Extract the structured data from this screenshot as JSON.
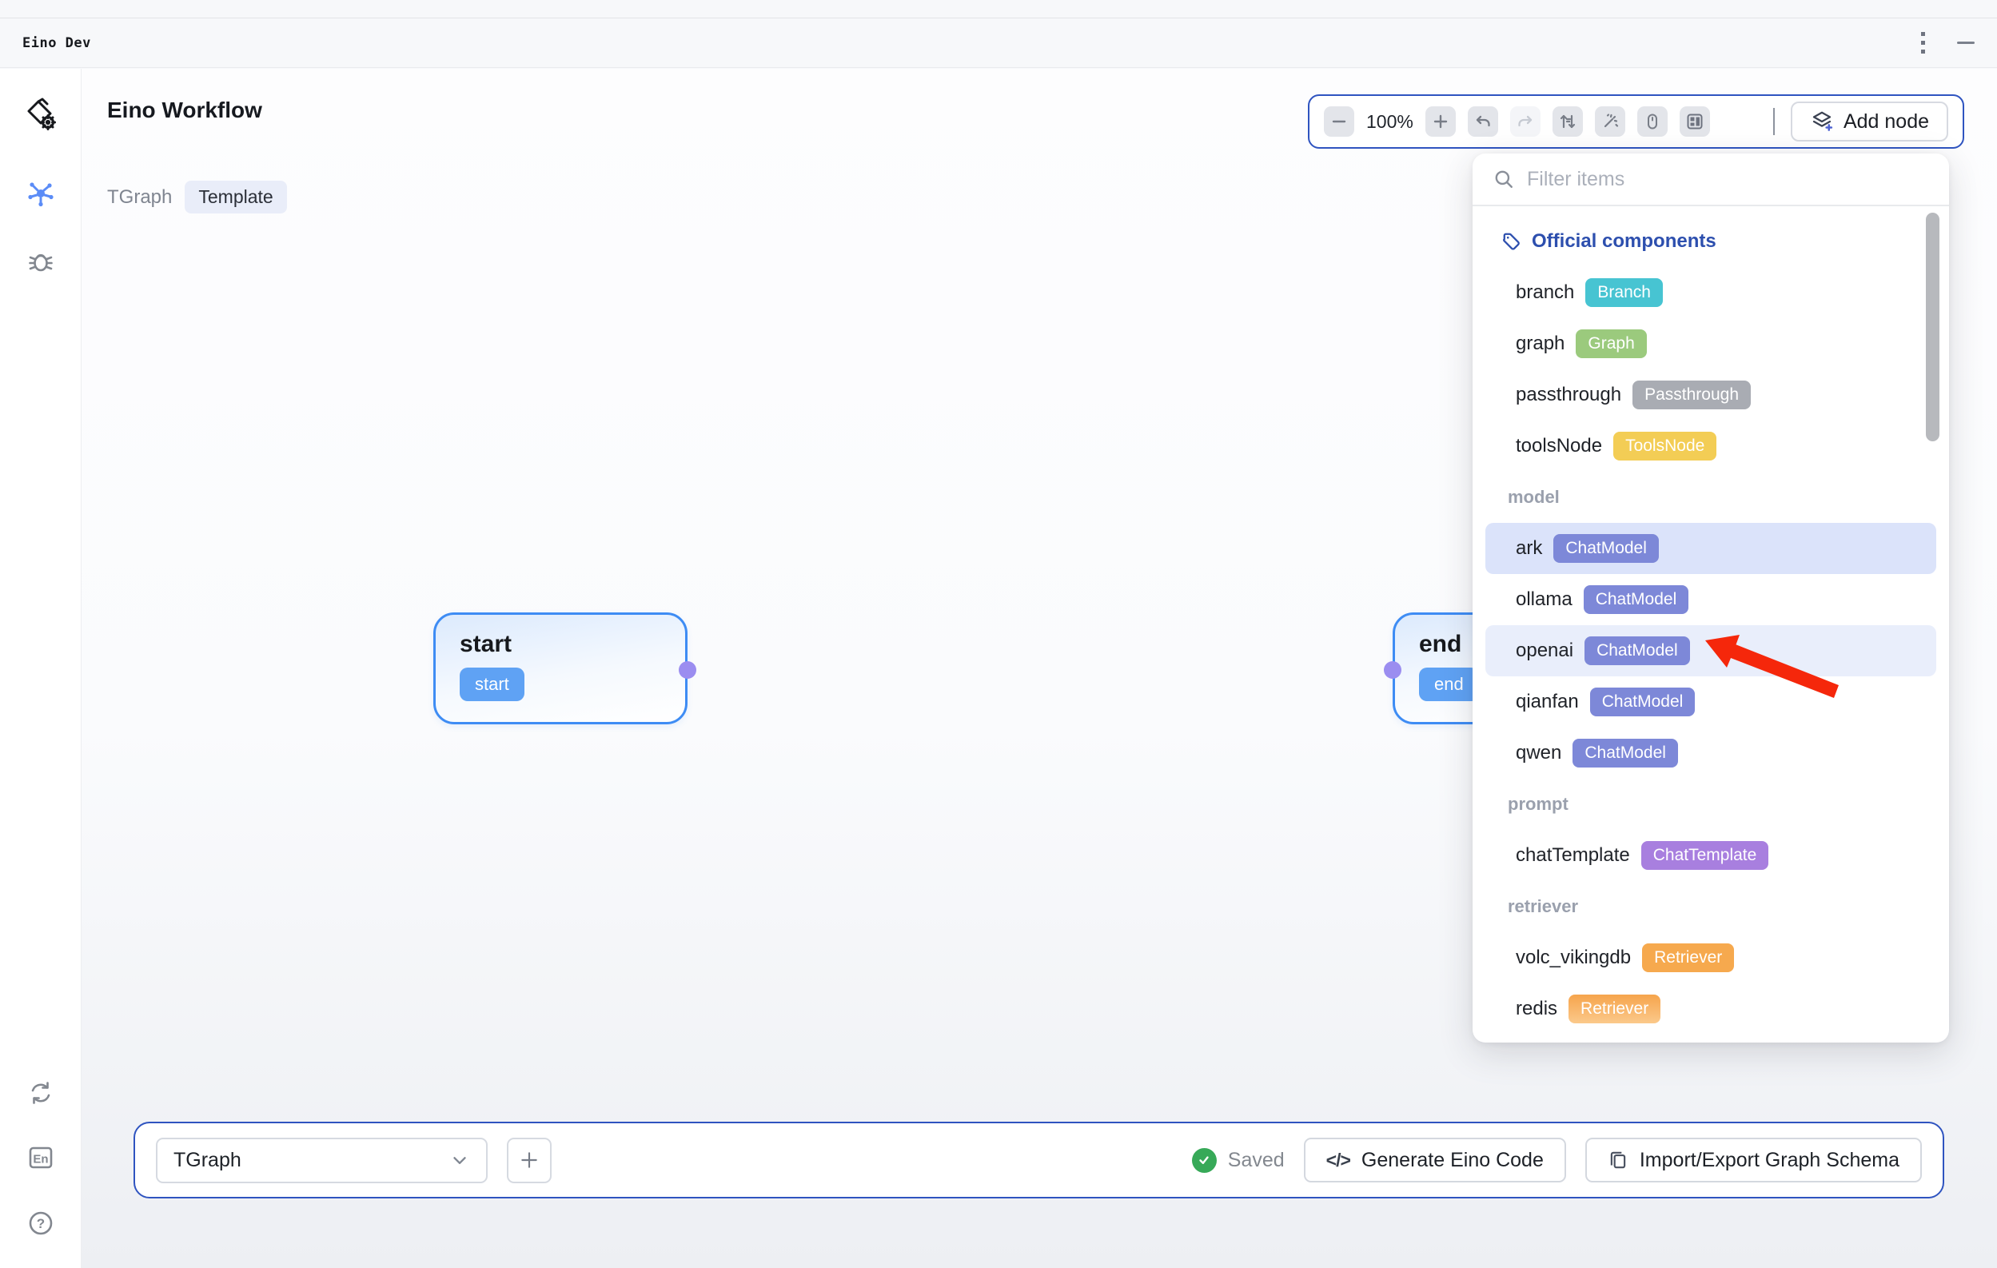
{
  "window": {
    "title": "Eino Dev"
  },
  "header": {
    "title": "Eino Workflow",
    "graph_label": "TGraph",
    "mode_badge": "Template"
  },
  "toolbar": {
    "zoom_level": "100%",
    "add_node_label": "Add node"
  },
  "panel": {
    "search_placeholder": "Filter items",
    "rows": [
      {
        "kind": "section-official",
        "label": "Official components"
      },
      {
        "kind": "item",
        "name": "branch",
        "badge": "Branch",
        "badge_color": "#47c4d2"
      },
      {
        "kind": "item",
        "name": "graph",
        "badge": "Graph",
        "badge_color": "#9bca7d"
      },
      {
        "kind": "item",
        "name": "passthrough",
        "badge": "Passthrough",
        "badge_color": "#a9acb3"
      },
      {
        "kind": "item",
        "name": "toolsNode",
        "badge": "ToolsNode",
        "badge_color": "#f3cd55"
      },
      {
        "kind": "section",
        "label": "model"
      },
      {
        "kind": "item",
        "name": "ark",
        "badge": "ChatModel",
        "badge_color": "#7d88d8",
        "highlight": "selected"
      },
      {
        "kind": "item",
        "name": "ollama",
        "badge": "ChatModel",
        "badge_color": "#7d88d8"
      },
      {
        "kind": "item",
        "name": "openai",
        "badge": "ChatModel",
        "badge_color": "#7d88d8",
        "highlight": "hover"
      },
      {
        "kind": "item",
        "name": "qianfan",
        "badge": "ChatModel",
        "badge_color": "#7d88d8"
      },
      {
        "kind": "item",
        "name": "qwen",
        "badge": "ChatModel",
        "badge_color": "#7d88d8"
      },
      {
        "kind": "section",
        "label": "prompt"
      },
      {
        "kind": "item",
        "name": "chatTemplate",
        "badge": "ChatTemplate",
        "badge_color": "#a87fdf"
      },
      {
        "kind": "section",
        "label": "retriever"
      },
      {
        "kind": "item",
        "name": "volc_vikingdb",
        "badge": "Retriever",
        "badge_color": "#f6a94e"
      },
      {
        "kind": "item",
        "name": "redis",
        "badge": "Retriever",
        "badge_color": "#f6a44c",
        "badge_color2": "#fbc98b"
      }
    ]
  },
  "canvas": {
    "nodes": [
      {
        "title": "start",
        "badge": "start"
      },
      {
        "title": "end",
        "badge": "end"
      }
    ]
  },
  "footer": {
    "workflow_select": "TGraph",
    "status": "Saved",
    "generate_label": "Generate Eino Code",
    "import_export_label": "Import/Export Graph Schema",
    "code_icon_glyph": "</>"
  },
  "colors": {
    "accent_border": "#2f54c0",
    "node_border": "#3e8cf4",
    "selected_row": "#dbe3fa",
    "hover_row": "#e9eefb",
    "arrow_red": "#f5270b",
    "official_header": "#2d4fae",
    "saved_green": "#37a958",
    "start_badge_blue": "#5fa2f4",
    "port_purple": "#9b8df0"
  }
}
